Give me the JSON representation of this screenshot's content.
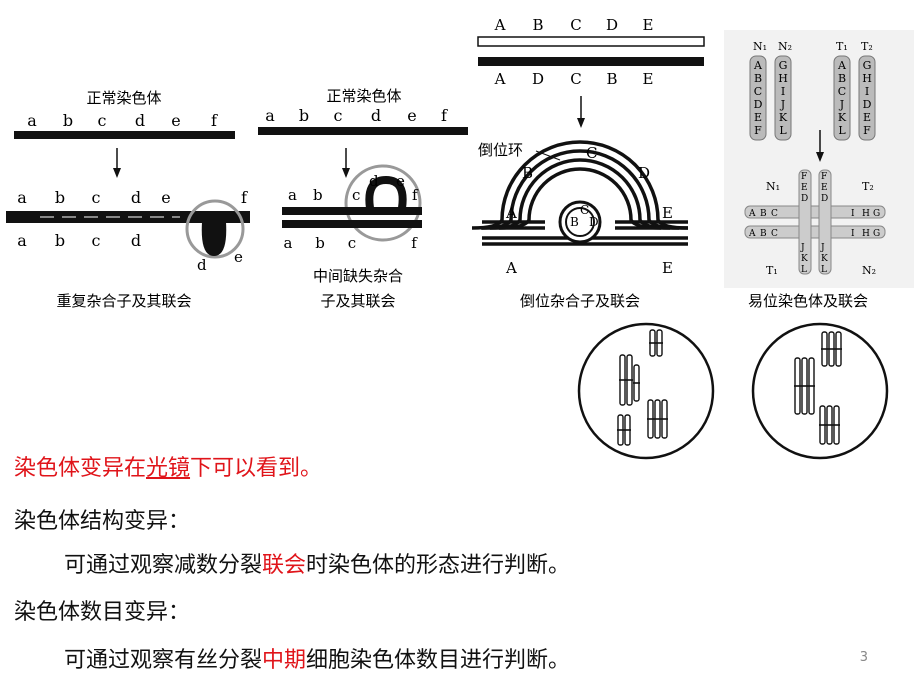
{
  "dup": {
    "normal_label": "正常染色体",
    "letters": [
      "a",
      "b",
      "c",
      "d",
      "e",
      "f"
    ],
    "loop_letters": [
      "d",
      "e"
    ],
    "caption": "重复杂合子及其联会"
  },
  "del": {
    "normal_label": "正常染色体",
    "letters": [
      "a",
      "b",
      "c",
      "d",
      "e",
      "f"
    ],
    "loop_letters": [
      "d",
      "e"
    ],
    "caption_l1": "中间缺失杂合",
    "caption_l2": "子及其联会"
  },
  "inv": {
    "top_letters": [
      "A",
      "B",
      "C",
      "D",
      "E"
    ],
    "bottom_letters": [
      "A",
      "D",
      "C",
      "B",
      "E"
    ],
    "loop_label": "倒位环",
    "loop_letters": [
      "A",
      "B",
      "C",
      "D",
      "E"
    ],
    "center_letters": [
      "C",
      "B",
      "D"
    ],
    "caption": "倒位杂合子及联会"
  },
  "trans": {
    "labels": [
      "N₁",
      "N₂",
      "T₁",
      "T₂"
    ],
    "n1": [
      "A",
      "B",
      "C",
      "D",
      "E",
      "F"
    ],
    "n2": [
      "G",
      "H",
      "I",
      "J",
      "K",
      "L"
    ],
    "t1": [
      "A",
      "B",
      "C",
      "J",
      "K",
      "L"
    ],
    "t2": [
      "G",
      "H",
      "I",
      "D",
      "E",
      "F"
    ],
    "caption": "易位染色体及联会"
  },
  "text": {
    "l1_a": "染色体变异在",
    "l1_b": "光镜",
    "l1_c": "下可以看到。",
    "l2": "染色体结构变异：",
    "l3_a": "可通过观察减数分裂",
    "l3_b": "联会",
    "l3_c": "时染色体的形态进行判断。",
    "l4": "染色体数目变异：",
    "l5_a": "可通过观察有丝分裂",
    "l5_b": "中期",
    "l5_c": "细胞染色体数目进行判断。"
  },
  "page_number": "3",
  "colors": {
    "accent": "#e0141a"
  }
}
